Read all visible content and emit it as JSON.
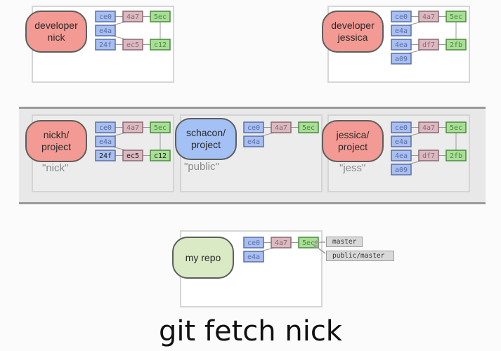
{
  "colors": {
    "commit_blue_fill": "#a9bff0",
    "commit_blue_stroke": "#5a6fa8",
    "commit_pink_fill": "#dcb9c1",
    "commit_pink_stroke": "#8a6a72",
    "commit_green_fill": "#a8de95",
    "commit_green_stroke": "#4d8a40",
    "repo_red": "#f29a93",
    "repo_blue": "#a3c1f4",
    "repo_green": "#d9eac4"
  },
  "repos": {
    "dev_nick": {
      "label_line1": "developer",
      "label_line2": "nick"
    },
    "dev_jessica": {
      "label_line1": "developer",
      "label_line2": "jessica"
    },
    "nickh_project": {
      "label_line1": "nickh/",
      "label_line2": "project",
      "alias": "\"nick\""
    },
    "schacon_project": {
      "label_line1": "schacon/",
      "label_line2": "project",
      "alias": "\"public\""
    },
    "jessica_project": {
      "label_line1": "jessica/",
      "label_line2": "project",
      "alias": "\"jess\""
    },
    "my_repo": {
      "label_line1": "my repo"
    }
  },
  "graphs": {
    "nick": {
      "commits": [
        {
          "id": "ce0",
          "col": 0,
          "row": 0,
          "color": "blue",
          "faded": true
        },
        {
          "id": "4a7",
          "col": 1,
          "row": 0,
          "color": "pink",
          "faded": true
        },
        {
          "id": "5ec",
          "col": 2,
          "row": 0,
          "color": "green",
          "faded": true
        },
        {
          "id": "e4a",
          "col": 0,
          "row": 1,
          "color": "blue",
          "faded": true
        },
        {
          "id": "24f",
          "col": 0,
          "row": 2,
          "color": "blue",
          "faded": true
        },
        {
          "id": "ec5",
          "col": 1,
          "row": 2,
          "color": "pink",
          "faded": true
        },
        {
          "id": "c12",
          "col": 2,
          "row": 2,
          "color": "green",
          "faded": true
        }
      ],
      "edges": [
        [
          "ce0",
          "4a7"
        ],
        [
          "4a7",
          "5ec"
        ],
        [
          "e4a",
          "4a7"
        ],
        [
          "24f",
          "ec5"
        ],
        [
          "ec5",
          "c12"
        ],
        [
          "e4a",
          "ec5"
        ],
        [
          "5ec",
          "c12"
        ]
      ]
    },
    "jessica": {
      "commits": [
        {
          "id": "ce0",
          "col": 0,
          "row": 0,
          "color": "blue",
          "faded": true
        },
        {
          "id": "4a7",
          "col": 1,
          "row": 0,
          "color": "pink",
          "faded": true
        },
        {
          "id": "5ec",
          "col": 2,
          "row": 0,
          "color": "green",
          "faded": true
        },
        {
          "id": "e4a",
          "col": 0,
          "row": 1,
          "color": "blue",
          "faded": true
        },
        {
          "id": "4ea",
          "col": 0,
          "row": 2,
          "color": "blue",
          "faded": true
        },
        {
          "id": "df7",
          "col": 1,
          "row": 2,
          "color": "pink",
          "faded": true
        },
        {
          "id": "2fb",
          "col": 2,
          "row": 2,
          "color": "green",
          "faded": true
        },
        {
          "id": "a09",
          "col": 0,
          "row": 3,
          "color": "blue",
          "faded": true
        }
      ],
      "edges": [
        [
          "ce0",
          "4a7"
        ],
        [
          "4a7",
          "5ec"
        ],
        [
          "e4a",
          "4a7"
        ],
        [
          "4ea",
          "df7"
        ],
        [
          "df7",
          "2fb"
        ],
        [
          "a09",
          "df7"
        ],
        [
          "5ec",
          "2fb"
        ]
      ]
    },
    "nickh_project": {
      "commits": [
        {
          "id": "ce0",
          "col": 0,
          "row": 0,
          "color": "blue",
          "faded": true
        },
        {
          "id": "4a7",
          "col": 1,
          "row": 0,
          "color": "pink",
          "faded": true
        },
        {
          "id": "5ec",
          "col": 2,
          "row": 0,
          "color": "green",
          "faded": true
        },
        {
          "id": "e4a",
          "col": 0,
          "row": 1,
          "color": "blue",
          "faded": true
        },
        {
          "id": "24f",
          "col": 0,
          "row": 2,
          "color": "blue",
          "faded": false
        },
        {
          "id": "ec5",
          "col": 1,
          "row": 2,
          "color": "pink",
          "faded": false
        },
        {
          "id": "c12",
          "col": 2,
          "row": 2,
          "color": "green",
          "faded": false
        }
      ],
      "edges": [
        [
          "ce0",
          "4a7"
        ],
        [
          "4a7",
          "5ec"
        ],
        [
          "e4a",
          "4a7"
        ],
        [
          "24f",
          "ec5"
        ],
        [
          "ec5",
          "c12"
        ],
        [
          "e4a",
          "ec5"
        ],
        [
          "5ec",
          "c12"
        ]
      ]
    },
    "schacon_project": {
      "commits": [
        {
          "id": "ce0",
          "col": 0,
          "row": 0,
          "color": "blue",
          "faded": true
        },
        {
          "id": "4a7",
          "col": 1,
          "row": 0,
          "color": "pink",
          "faded": true
        },
        {
          "id": "5ec",
          "col": 2,
          "row": 0,
          "color": "green",
          "faded": true
        },
        {
          "id": "e4a",
          "col": 0,
          "row": 1,
          "color": "blue",
          "faded": true
        }
      ],
      "edges": [
        [
          "ce0",
          "4a7"
        ],
        [
          "4a7",
          "5ec"
        ],
        [
          "e4a",
          "4a7"
        ]
      ]
    },
    "jessica_project": {
      "commits": [
        {
          "id": "ce0",
          "col": 0,
          "row": 0,
          "color": "blue",
          "faded": true
        },
        {
          "id": "4a7",
          "col": 1,
          "row": 0,
          "color": "pink",
          "faded": true
        },
        {
          "id": "5ec",
          "col": 2,
          "row": 0,
          "color": "green",
          "faded": true
        },
        {
          "id": "e4a",
          "col": 0,
          "row": 1,
          "color": "blue",
          "faded": true
        },
        {
          "id": "4ea",
          "col": 0,
          "row": 2,
          "color": "blue",
          "faded": true
        },
        {
          "id": "df7",
          "col": 1,
          "row": 2,
          "color": "pink",
          "faded": true
        },
        {
          "id": "2fb",
          "col": 2,
          "row": 2,
          "color": "green",
          "faded": true
        },
        {
          "id": "a09",
          "col": 0,
          "row": 3,
          "color": "blue",
          "faded": true
        }
      ],
      "edges": [
        [
          "ce0",
          "4a7"
        ],
        [
          "4a7",
          "5ec"
        ],
        [
          "e4a",
          "4a7"
        ],
        [
          "4ea",
          "df7"
        ],
        [
          "df7",
          "2fb"
        ],
        [
          "a09",
          "df7"
        ],
        [
          "5ec",
          "2fb"
        ]
      ]
    },
    "my_repo": {
      "commits": [
        {
          "id": "ce0",
          "col": 0,
          "row": 0,
          "color": "blue",
          "faded": true
        },
        {
          "id": "4a7",
          "col": 1,
          "row": 0,
          "color": "pink",
          "faded": true
        },
        {
          "id": "5ec",
          "col": 2,
          "row": 0,
          "color": "green",
          "faded": true
        },
        {
          "id": "e4a",
          "col": 0,
          "row": 1,
          "color": "blue",
          "faded": true
        }
      ],
      "edges": [
        [
          "ce0",
          "4a7"
        ],
        [
          "4a7",
          "5ec"
        ],
        [
          "e4a",
          "4a7"
        ]
      ]
    }
  },
  "refs": [
    {
      "name": "master",
      "target": "5ec"
    },
    {
      "name": "public/master",
      "target": "5ec"
    }
  ],
  "caption": "git fetch nick"
}
